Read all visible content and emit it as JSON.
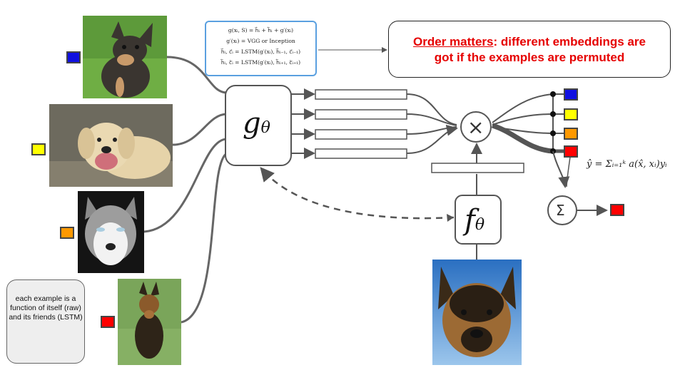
{
  "formula_box": {
    "line1": "g(xᵢ, S) = h⃗ᵢ + h⃖ᵢ + g′(xᵢ)",
    "line2": "g′(xᵢ) = VGG or Inception",
    "line3": "h⃗ᵢ, c⃗ᵢ = LSTM(g′(xᵢ), h⃗ᵢ₋₁, c⃗ᵢ₋₁)",
    "line4": "h⃖ᵢ, c⃖ᵢ = LSTM(g′(xᵢ), h⃖ᵢ₊₁, c⃖ᵢ₊₁)"
  },
  "callout": {
    "highlight": "Order matters",
    "rest_line1": ": different embeddings are",
    "line2": "got if the examples are permuted"
  },
  "note": {
    "text": "each example is a function of itself (raw) and its friends (LSTM)"
  },
  "labels": {
    "g": "g",
    "g_sub": "θ",
    "f": "f",
    "f_sub": "θ",
    "multiply": "×",
    "sum": "Σ",
    "yhat_formula": "ŷ = Σᵢ₌₁ᵏ a(x̂, xᵢ)yᵢ"
  },
  "colors": {
    "blue": "#1010e0",
    "yellow": "#ffff00",
    "orange": "#ff9900",
    "red": "#ff0000",
    "formula_border": "#5aa0e0",
    "callout_text": "#e60000"
  }
}
